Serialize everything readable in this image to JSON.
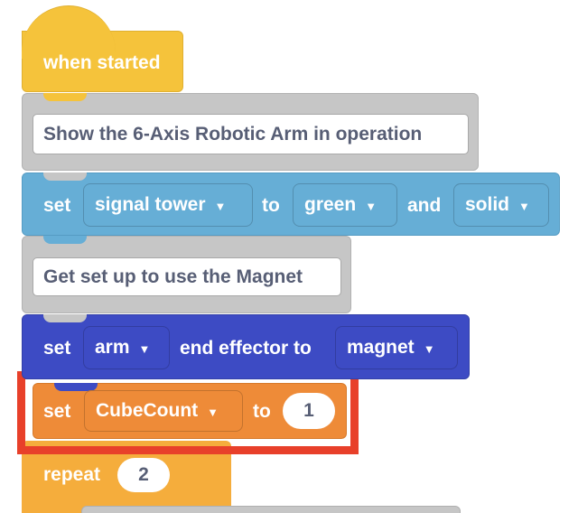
{
  "blocks": {
    "hat": {
      "label": "when started",
      "color": "#f5c33b"
    },
    "comment1": {
      "text": "Show the 6-Axis Robotic Arm in operation",
      "color": "#c6c6c6"
    },
    "signal": {
      "set_label": "set",
      "target": "signal tower",
      "to_label": "to",
      "color_value": "green",
      "and_label": "and",
      "mode": "solid",
      "color": "#66aed6"
    },
    "comment2": {
      "text": "Get set up to use the Magnet",
      "color": "#c6c6c6"
    },
    "effector": {
      "set_label": "set",
      "device": "arm",
      "middle_label": "end effector to",
      "effector": "magnet",
      "color": "#3d4bc4"
    },
    "variable": {
      "set_label": "set",
      "name": "CubeCount",
      "to_label": "to",
      "value": "1",
      "color": "#ee8b38",
      "highlight": "#e8402a"
    },
    "repeat": {
      "label": "repeat",
      "count": "2",
      "color": "#f5ad3c"
    }
  },
  "icons": {
    "dropdown": "▼"
  }
}
